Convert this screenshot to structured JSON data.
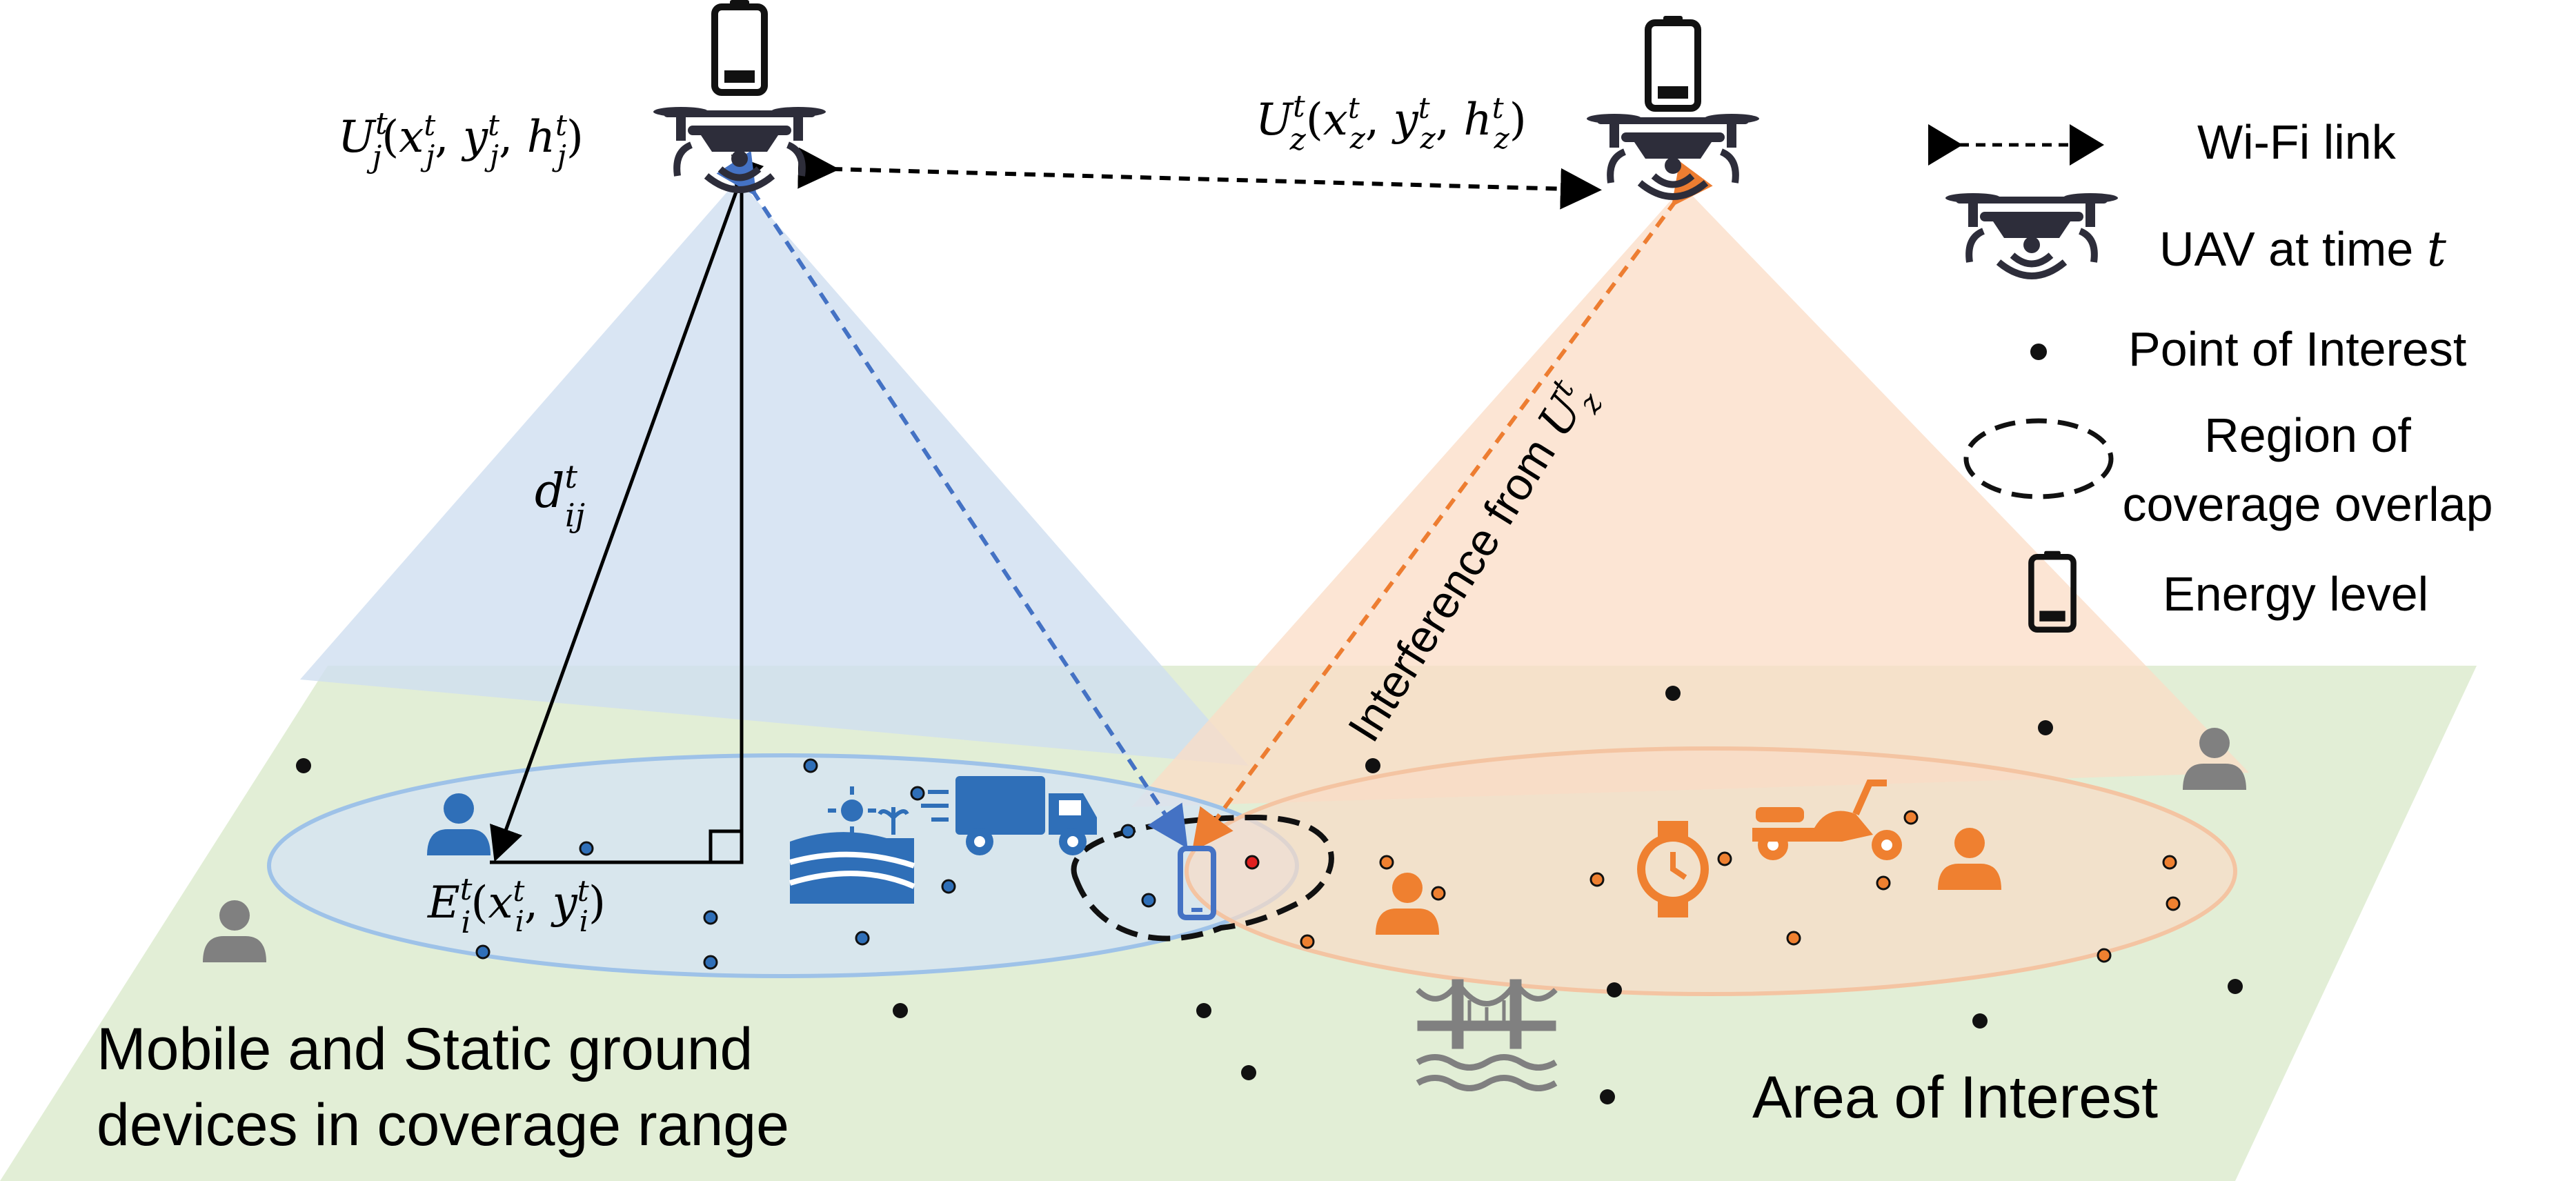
{
  "uav_left": {
    "label_main": "U",
    "label_sup": "t",
    "label_sub": "j",
    "label_args": "(xⱼᵗ, yⱼᵗ, hⱼᵗ)"
  },
  "uav_right": {
    "label_main": "U",
    "label_sup": "t",
    "label_sub": "z",
    "label_args": "(x_z^t, y_z^t, h_z^t)"
  },
  "distance_label": {
    "main": "d",
    "sup": "t",
    "sub": "ij"
  },
  "device_label": {
    "main": "E",
    "sup": "t",
    "sub": "i",
    "args": "(x_i^t, y_i^t)"
  },
  "interference_label": {
    "text": "Interference from ",
    "main": "U",
    "sup": "t",
    "sub": "z"
  },
  "legend": {
    "wifi": "Wi-Fi link",
    "uav": "UAV at time ",
    "uav_var": "t",
    "poi": "Point of Interest",
    "region_line1": "Region of",
    "region_line2": "coverage overlap",
    "energy": "Energy level"
  },
  "bottom_left_line1": "Mobile and Static ground",
  "bottom_left_line2": "devices in coverage range",
  "area_label": "Area of Interest",
  "colors": {
    "ground": "#e2eed6",
    "cone_left": "#cfdff0",
    "cone_right": "#fbdcc6",
    "ellipse_left": "#9ec2e8",
    "ellipse_right": "#f4c4a2",
    "blue_icon": "#2f6fb8",
    "orange_icon": "#ef8030",
    "gray_icon": "#808080",
    "blue_link": "#4472c4",
    "orange_link": "#ed7d31",
    "dark": "#1a1a1a"
  },
  "icons": [
    "drone-icon",
    "battery-icon",
    "person-icon",
    "truck-icon",
    "farm-icon",
    "phone-icon",
    "watch-icon",
    "scooter-icon",
    "bridge-icon"
  ]
}
